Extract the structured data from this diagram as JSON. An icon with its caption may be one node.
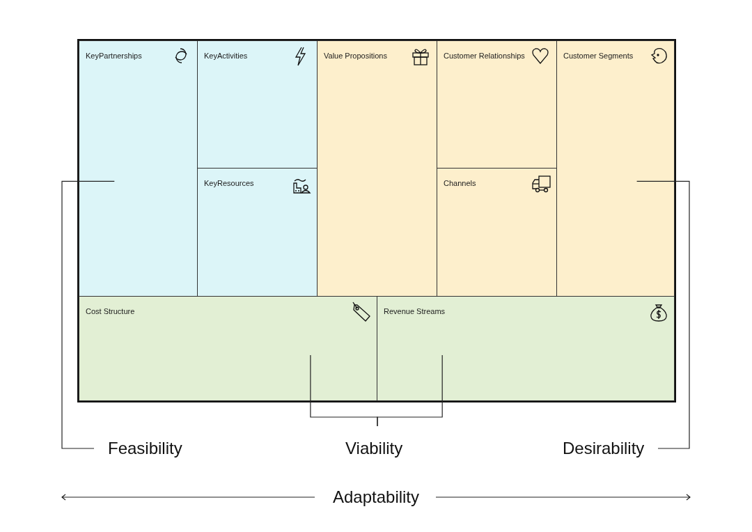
{
  "diagram": {
    "nodes": [
      {
        "text": [
          "KeyPartnerships"
        ]
      },
      {
        "text": [
          "KeyActivities"
        ]
      },
      {
        "text": [
          "KeyResources"
        ]
      },
      {
        "text": [
          "Value Propositions"
        ]
      },
      {
        "text": [
          "Customer Relationships"
        ]
      },
      {
        "text": [
          "Channels"
        ]
      },
      {
        "text": [
          "Customer Segments"
        ]
      },
      {
        "text": [
          "Cost Structure"
        ]
      },
      {
        "text": [
          "Revenue Streams"
        ]
      },
      {
        "text": [
          "Feasibility"
        ]
      },
      {
        "text": [
          "Viability"
        ]
      },
      {
        "text": [
          "Desirability"
        ]
      }
    ],
    "edges": [
      {
        "from": 9,
        "to": 0,
        "arrow": "none"
      },
      {
        "from": 10,
        "to": 7,
        "arrow": "none"
      },
      {
        "from": 10,
        "to": 8,
        "arrow": "none"
      },
      {
        "from": 11,
        "to": 6,
        "arrow": "none"
      }
    ],
    "labels": [
      "Adaptability"
    ]
  }
}
